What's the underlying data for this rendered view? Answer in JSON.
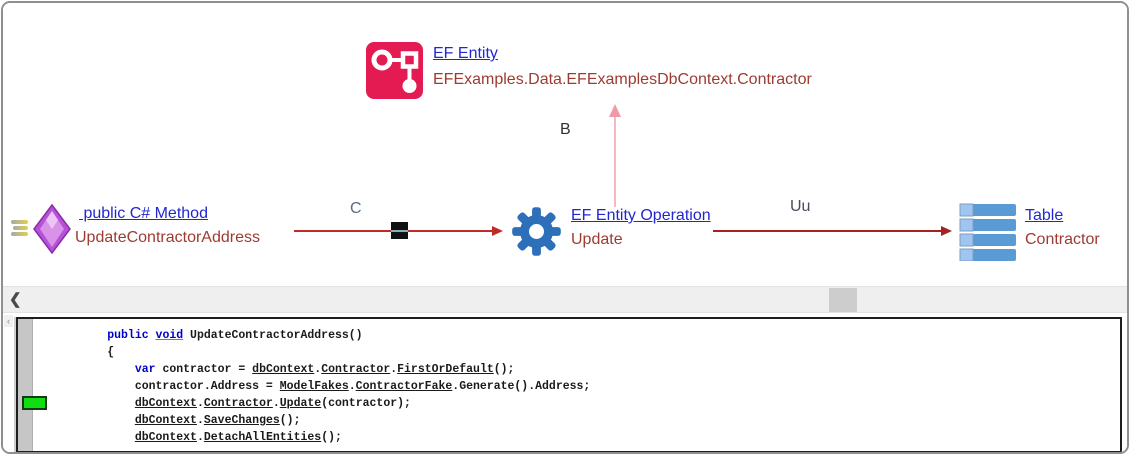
{
  "diagram": {
    "nodes": {
      "ef_entity": {
        "icon": "ef-entity-icon",
        "title": "EF Entity",
        "subtitle": "EFExamples.Data.EFExamplesDbContext.Contractor"
      },
      "method": {
        "icon": "csharp-method-icon",
        "title": " public C# Method",
        "subtitle": "UpdateContractorAddress"
      },
      "ef_operation": {
        "icon": "gear-icon",
        "title": "EF Entity Operation",
        "subtitle": "Update"
      },
      "table": {
        "icon": "table-icon",
        "title": "Table",
        "subtitle": "Contractor"
      }
    },
    "edges": {
      "method_to_operation": {
        "label": "C"
      },
      "operation_to_entity": {
        "label": "B"
      },
      "operation_to_table": {
        "label": "Uu"
      }
    },
    "colors": {
      "link_blue": "#2127cf",
      "subtitle_red": "#9d3b31",
      "arrow_red": "#b42828",
      "arrow_pink": "#f5b9c1",
      "entity_icon_red": "#e41a53",
      "gear_blue": "#2e6fba",
      "table_blue": "#5b9bd5",
      "method_purple": "#b553d6",
      "marker_green": "#0ede12"
    }
  },
  "scrollbar": {
    "left_arrow_glyph": "❮",
    "mini_arrow_glyph": "‹"
  },
  "code": {
    "lines": [
      [
        {
          "t": "        ",
          "c": ""
        },
        {
          "t": "public",
          "c": "kw"
        },
        {
          "t": " ",
          "c": ""
        },
        {
          "t": "void",
          "c": "kw lnk tl"
        },
        {
          "t": " UpdateContractorAddress()",
          "c": ""
        }
      ],
      [
        {
          "t": "        {",
          "c": ""
        }
      ],
      [
        {
          "t": "            ",
          "c": ""
        },
        {
          "t": "var",
          "c": "kw"
        },
        {
          "t": " contractor = ",
          "c": ""
        },
        {
          "t": "dbContext",
          "c": "lnk"
        },
        {
          "t": ".",
          "c": ""
        },
        {
          "t": "Contractor",
          "c": "lnk"
        },
        {
          "t": ".",
          "c": ""
        },
        {
          "t": "FirstOrDefault",
          "c": "lnk"
        },
        {
          "t": "();",
          "c": ""
        }
      ],
      [
        {
          "t": "            contractor.Address = ",
          "c": ""
        },
        {
          "t": "ModelFakes",
          "c": "lnk"
        },
        {
          "t": ".",
          "c": ""
        },
        {
          "t": "ContractorFake",
          "c": "lnk"
        },
        {
          "t": ".Generate().Address;",
          "c": ""
        }
      ],
      [
        {
          "t": "            ",
          "c": ""
        },
        {
          "t": "dbContext",
          "c": "lnk"
        },
        {
          "t": ".",
          "c": ""
        },
        {
          "t": "Contractor",
          "c": "lnk"
        },
        {
          "t": ".",
          "c": ""
        },
        {
          "t": "Update",
          "c": "lnk b"
        },
        {
          "t": "(contractor);",
          "c": ""
        }
      ],
      [
        {
          "t": "            ",
          "c": ""
        },
        {
          "t": "dbContext",
          "c": "lnk"
        },
        {
          "t": ".",
          "c": ""
        },
        {
          "t": "SaveChanges",
          "c": "lnk"
        },
        {
          "t": "();",
          "c": ""
        }
      ],
      [
        {
          "t": "            ",
          "c": ""
        },
        {
          "t": "dbContext",
          "c": "lnk"
        },
        {
          "t": ".",
          "c": ""
        },
        {
          "t": "DetachAllEntities",
          "c": "lnk"
        },
        {
          "t": "();",
          "c": ""
        }
      ]
    ]
  }
}
